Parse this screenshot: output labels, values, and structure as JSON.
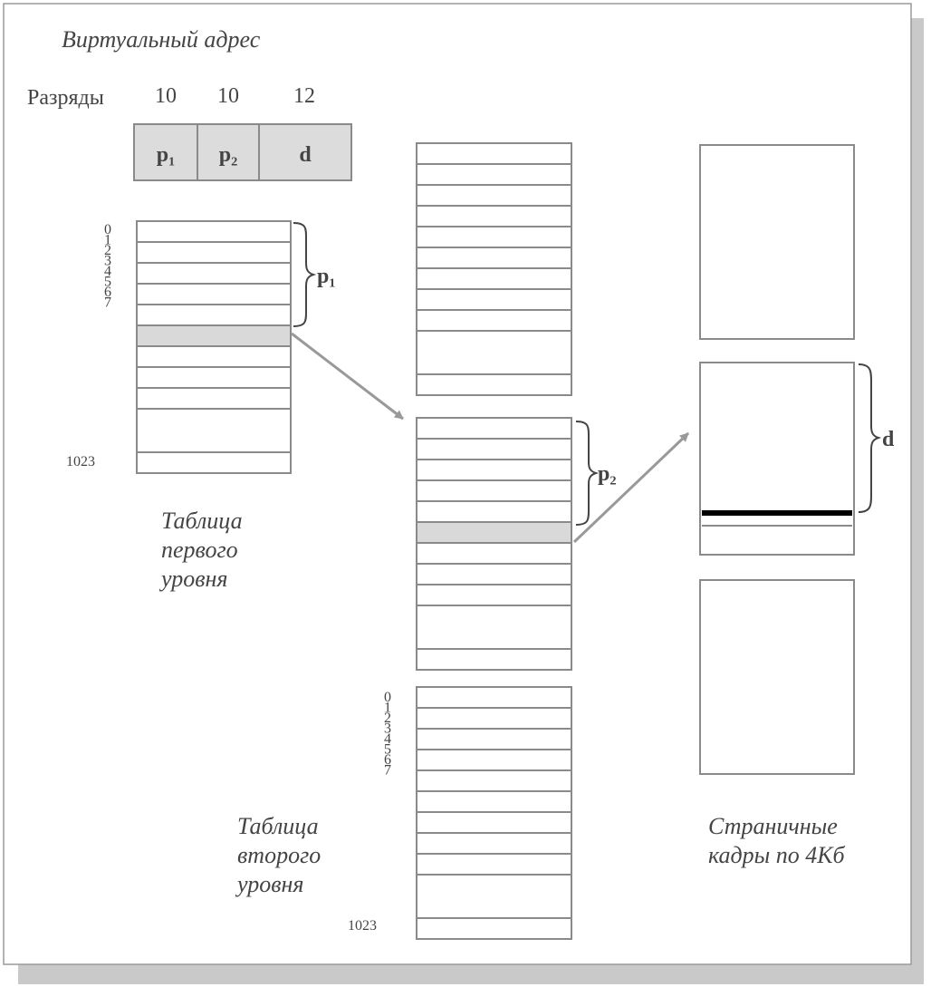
{
  "title": "Виртуальный адрес",
  "bits": {
    "label": "Разряды",
    "widths": [
      "10",
      "10",
      "12"
    ]
  },
  "fields": {
    "p1": "p₁",
    "p2": "p₂",
    "d": "d"
  },
  "table_indices": [
    "0",
    "1",
    "2",
    "3",
    "4",
    "5",
    "6",
    "7"
  ],
  "last_index": "1023",
  "brace_labels": {
    "p1": "p₁",
    "p2": "p₂",
    "d": "d"
  },
  "captions": {
    "first_level": [
      "Таблица",
      "первого",
      "уровня"
    ],
    "second_level": [
      "Таблица",
      "второго",
      "уровня"
    ],
    "frames": [
      "Страничные",
      "кадры по 4Кб"
    ]
  },
  "colors": {
    "line": "#8a8a8a",
    "highlight": "#d9d9d9",
    "field_fill": "#dcdcdc",
    "arrow": "#999999",
    "offset_line": "#000000",
    "shadow": "#c9c9c9"
  }
}
